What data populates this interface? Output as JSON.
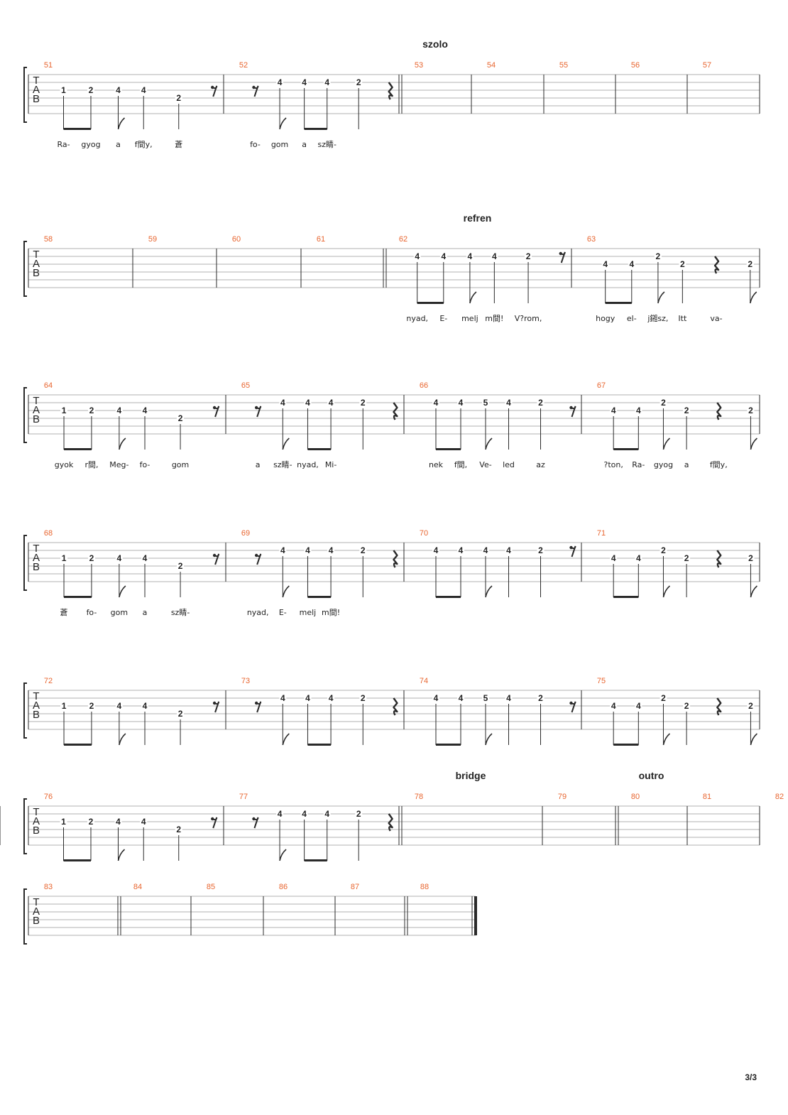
{
  "page": {
    "page_number": "3/3"
  },
  "colors": {
    "bar_number": "#e8652f",
    "line": "#2a2a2a",
    "staff_line": "#b0b0b0",
    "text": "#222222"
  },
  "clef_label": [
    "T",
    "A",
    "B"
  ],
  "systems": [
    {
      "sections": [
        {
          "label": "szolo",
          "bar": 2
        }
      ],
      "bars": [
        {
          "number": "51",
          "pattern": "A",
          "lyrics": [
            "Ra-",
            "gyog",
            "a",
            "f間y,",
            "蒼"
          ]
        },
        {
          "number": "52",
          "pattern": "B",
          "lyrics": [
            "fo-",
            "gom",
            "a",
            "sz睛-"
          ],
          "double_end": true
        },
        {
          "number": "53",
          "pattern": "empty"
        },
        {
          "number": "54",
          "pattern": "empty"
        },
        {
          "number": "55",
          "pattern": "empty"
        },
        {
          "number": "56",
          "pattern": "empty"
        },
        {
          "number": "57",
          "pattern": "empty"
        }
      ]
    },
    {
      "sections": [
        {
          "label": "refren",
          "bar": 4
        }
      ],
      "bars": [
        {
          "number": "58",
          "pattern": "empty"
        },
        {
          "number": "59",
          "pattern": "empty"
        },
        {
          "number": "60",
          "pattern": "empty"
        },
        {
          "number": "61",
          "pattern": "empty",
          "double_end": true
        },
        {
          "number": "62",
          "pattern": "E",
          "lyrics": [
            "nyad,",
            "E-",
            "melj",
            "m間!",
            "V?rom,"
          ]
        },
        {
          "number": "63",
          "pattern": "D",
          "lyrics": [
            "hogy",
            "el-",
            "j鎺sz,",
            "Itt",
            "va-"
          ]
        }
      ]
    },
    {
      "sections": [],
      "bars": [
        {
          "number": "64",
          "pattern": "A",
          "lyrics": [
            "gyok",
            "r間,",
            "Meg-",
            "fo-",
            "gom"
          ]
        },
        {
          "number": "65",
          "pattern": "B",
          "lyrics": [
            "a",
            "sz睛-",
            "nyad,",
            "Mi-"
          ]
        },
        {
          "number": "66",
          "pattern": "C",
          "lyrics": [
            "nek",
            "f間,",
            "Ve-",
            "led",
            "az"
          ]
        },
        {
          "number": "67",
          "pattern": "D",
          "lyrics": [
            "?ton,",
            "Ra-",
            "gyog",
            "a",
            "f間y,"
          ]
        }
      ]
    },
    {
      "sections": [],
      "bars": [
        {
          "number": "68",
          "pattern": "A",
          "lyrics": [
            "蒼",
            "fo-",
            "gom",
            "a",
            "sz睛-"
          ]
        },
        {
          "number": "69",
          "pattern": "B",
          "lyrics": [
            "nyad,",
            "E-",
            "melj",
            "m間!"
          ]
        },
        {
          "number": "70",
          "pattern": "E",
          "lyrics": []
        },
        {
          "number": "71",
          "pattern": "D",
          "lyrics": []
        }
      ]
    },
    {
      "sections": [],
      "bars": [
        {
          "number": "72",
          "pattern": "A",
          "lyrics": []
        },
        {
          "number": "73",
          "pattern": "B",
          "lyrics": []
        },
        {
          "number": "74",
          "pattern": "C",
          "lyrics": []
        },
        {
          "number": "75",
          "pattern": "D",
          "lyrics": []
        }
      ]
    },
    {
      "sections": [
        {
          "label": "bridge",
          "bar": 2
        },
        {
          "label": "outro",
          "bar": 4
        }
      ],
      "bars": [
        {
          "number": "76",
          "pattern": "A",
          "lyrics": []
        },
        {
          "number": "77",
          "pattern": "B",
          "lyrics": [],
          "double_end": true
        },
        {
          "number": "78",
          "pattern": "empty"
        },
        {
          "number": "79",
          "pattern": "empty",
          "double_end": true
        },
        {
          "number": "80",
          "pattern": "empty"
        },
        {
          "number": "81",
          "pattern": "empty"
        },
        {
          "number": "82",
          "pattern": "empty"
        }
      ]
    },
    {
      "sections": [],
      "bars": [
        {
          "number": "83",
          "pattern": "empty",
          "double_end": true
        },
        {
          "number": "84",
          "pattern": "empty"
        },
        {
          "number": "85",
          "pattern": "empty"
        },
        {
          "number": "86",
          "pattern": "empty"
        },
        {
          "number": "87",
          "pattern": "empty",
          "double_end": true
        },
        {
          "number": "88",
          "pattern": "empty",
          "final_end": true
        }
      ]
    }
  ],
  "patterns": {
    "A": [
      {
        "fret": "1",
        "line": 2,
        "stem": "beam1"
      },
      {
        "fret": "2",
        "line": 2,
        "stem": "beam1"
      },
      {
        "fret": "4",
        "line": 2,
        "stem": "flag"
      },
      {
        "fret": "4",
        "line": 2,
        "stem": "plain"
      },
      {
        "fret": "2",
        "line": 3,
        "stem": "plain"
      },
      {
        "rest": "eighth",
        "line": 2
      }
    ],
    "B": [
      {
        "rest": "eighth",
        "line": 2
      },
      {
        "fret": "4",
        "line": 1,
        "stem": "flag"
      },
      {
        "fret": "4",
        "line": 1,
        "stem": "beam1"
      },
      {
        "fret": "4",
        "line": 1,
        "stem": "beam1"
      },
      {
        "fret": "2",
        "line": 1,
        "stem": "plain"
      },
      {
        "rest": "quarter",
        "line": 2
      }
    ],
    "C": [
      {
        "fret": "4",
        "line": 1,
        "stem": "beam1"
      },
      {
        "fret": "4",
        "line": 1,
        "stem": "beam1"
      },
      {
        "fret": "5",
        "line": 1,
        "stem": "flag"
      },
      {
        "fret": "4",
        "line": 1,
        "stem": "plain"
      },
      {
        "fret": "2",
        "line": 1,
        "stem": "plain"
      },
      {
        "rest": "eighth",
        "line": 2
      }
    ],
    "D": [
      {
        "fret": "4",
        "line": 2,
        "stem": "beam1"
      },
      {
        "fret": "4",
        "line": 2,
        "stem": "beam1"
      },
      {
        "fret": "2",
        "line": 1,
        "stem": "flag"
      },
      {
        "fret": "2",
        "line": 2,
        "stem": "plain"
      },
      {
        "rest": "quarter",
        "line": 2
      },
      {
        "fret": "2",
        "line": 2,
        "stem": "flag"
      }
    ],
    "E": [
      {
        "fret": "4",
        "line": 1,
        "stem": "beam1"
      },
      {
        "fret": "4",
        "line": 1,
        "stem": "beam1"
      },
      {
        "fret": "4",
        "line": 1,
        "stem": "flag"
      },
      {
        "fret": "4",
        "line": 1,
        "stem": "plain"
      },
      {
        "fret": "2",
        "line": 1,
        "stem": "plain"
      },
      {
        "rest": "eighth",
        "line": 1
      }
    ]
  }
}
